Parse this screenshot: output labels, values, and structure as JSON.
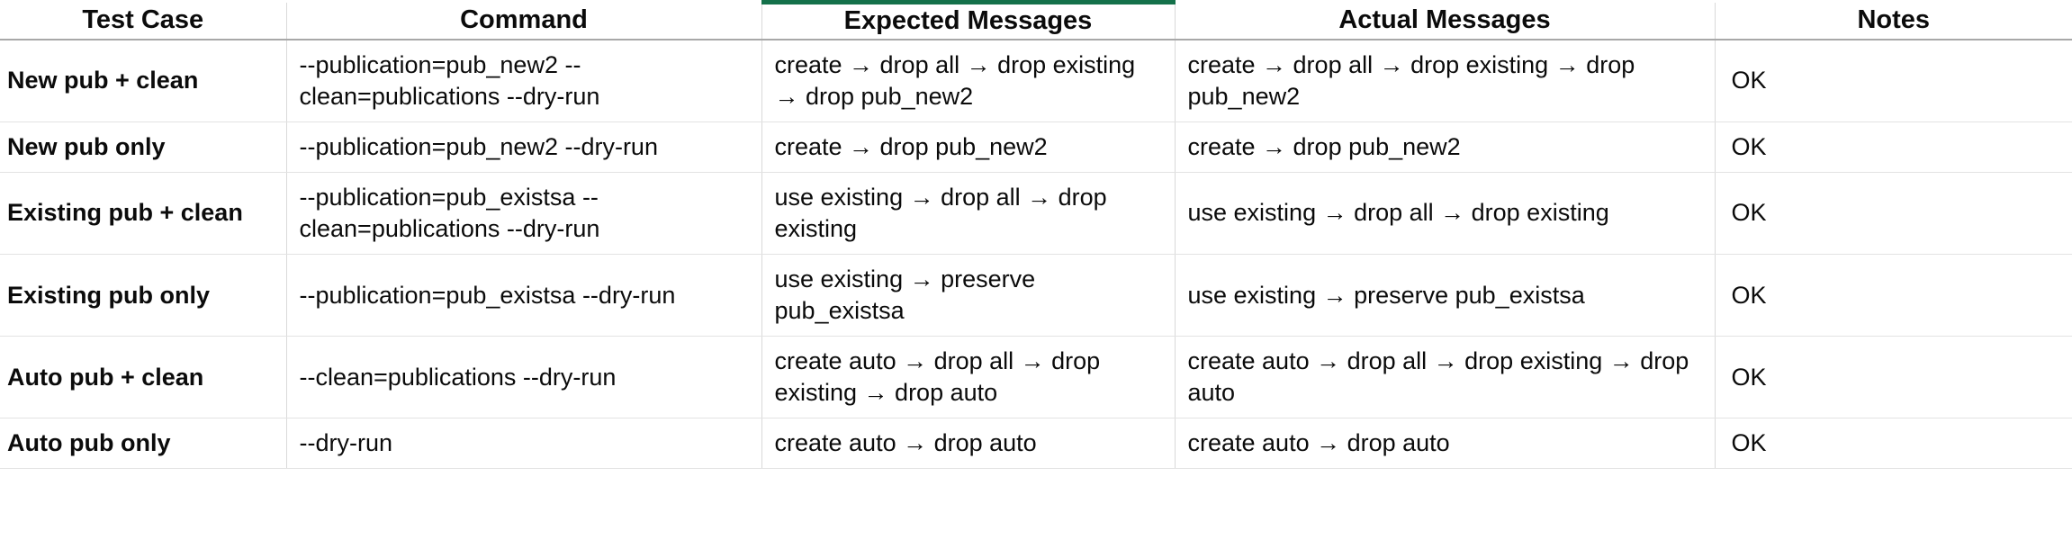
{
  "table": {
    "columns": [
      {
        "key": "test_case",
        "label": "Test Case",
        "highlighted": false
      },
      {
        "key": "command",
        "label": "Command",
        "highlighted": false
      },
      {
        "key": "expected",
        "label": "Expected Messages",
        "highlighted": true
      },
      {
        "key": "actual",
        "label": "Actual Messages",
        "highlighted": false
      },
      {
        "key": "notes",
        "label": "Notes",
        "highlighted": false
      }
    ],
    "header_accent_color": "#14714a",
    "grid_line_color": "#d9d9d9",
    "rows": [
      {
        "test_case": "New pub + clean",
        "command": "--publication=pub_new2 --clean=publications --dry-run",
        "expected": "create → drop all → drop existing → drop pub_new2",
        "actual": "create → drop all → drop existing → drop pub_new2",
        "notes": "OK"
      },
      {
        "test_case": "New pub only",
        "command": "--publication=pub_new2 --dry-run",
        "expected": "create → drop pub_new2",
        "actual": "create → drop pub_new2",
        "notes": "OK"
      },
      {
        "test_case": "Existing pub + clean",
        "command": "--publication=pub_existsa --clean=publications --dry-run",
        "expected": "use existing → drop all → drop existing",
        "actual": "use existing → drop all → drop existing",
        "notes": "OK"
      },
      {
        "test_case": "Existing pub only",
        "command": "--publication=pub_existsa --dry-run",
        "expected": "use existing → preserve pub_existsa",
        "actual": "use existing → preserve pub_existsa",
        "notes": "OK"
      },
      {
        "test_case": "Auto pub + clean",
        "command": "--clean=publications --dry-run",
        "expected": "create auto → drop all → drop existing → drop auto",
        "actual": "create auto → drop all → drop existing → drop auto",
        "notes": "OK"
      },
      {
        "test_case": "Auto pub only",
        "command": "--dry-run",
        "expected": "create auto → drop auto",
        "actual": "create auto → drop auto",
        "notes": "OK"
      }
    ]
  }
}
